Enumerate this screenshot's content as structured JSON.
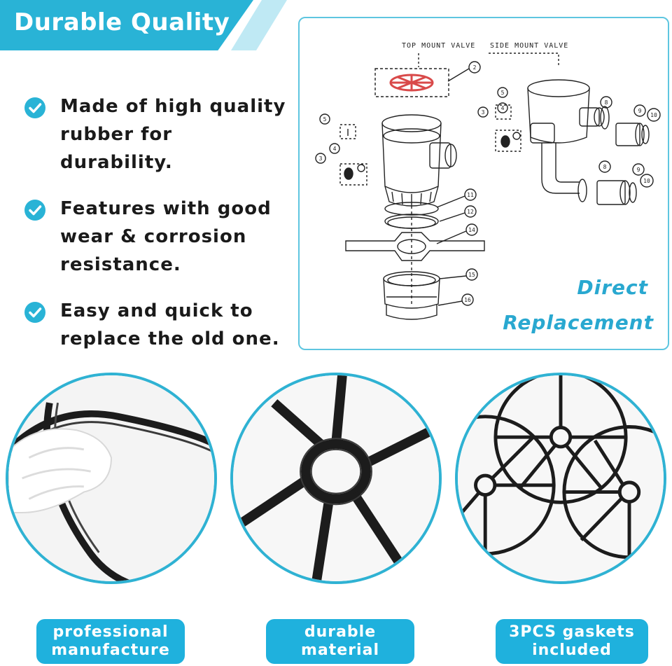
{
  "banner": {
    "title": "Durable Quality"
  },
  "features": [
    {
      "line1": "Made of high quality",
      "line2": "rubber for durability."
    },
    {
      "line1": "Features with good",
      "line2": "wear & corrosion",
      "line3": "resistance."
    },
    {
      "line1": "Easy and quick to",
      "line2": "replace the old one."
    }
  ],
  "diagram": {
    "top_label": "TOP MOUNT VALVE",
    "side_label": "SIDE MOUNT VALVE",
    "callouts": [
      "2",
      "5",
      "4",
      "3",
      "11",
      "12",
      "14",
      "15",
      "16",
      "5",
      "4",
      "3",
      "8",
      "9",
      "10",
      "8",
      "9",
      "10"
    ],
    "replacement_line1": "Direct",
    "replacement_line2": "Replacement"
  },
  "pills": [
    {
      "line1": "professional",
      "line2": "manufacture"
    },
    {
      "line1": "durable",
      "line2": "material"
    },
    {
      "line1": "3PCS gaskets",
      "line2": "included"
    }
  ],
  "colors": {
    "accent": "#29b3d6",
    "gasket_red": "#d94a4a",
    "text": "#1a1a1a"
  }
}
